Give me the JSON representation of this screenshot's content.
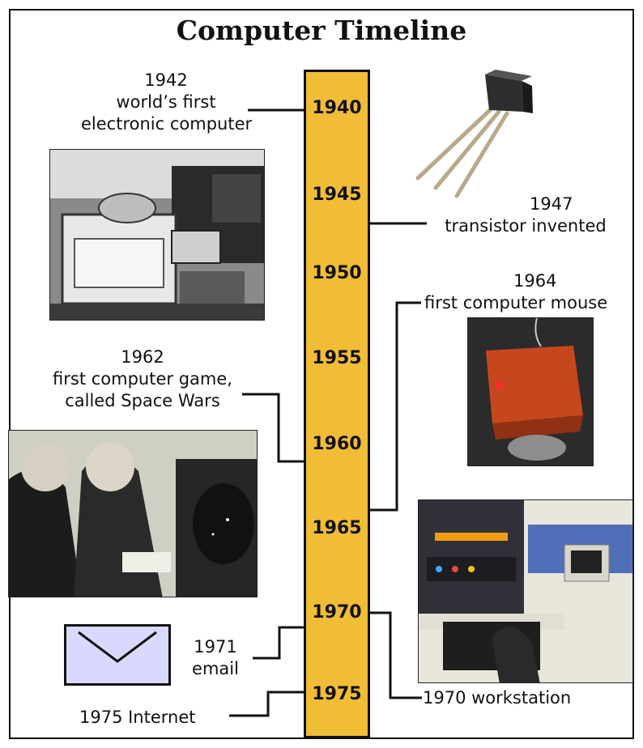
{
  "title": "Computer Timeline",
  "years": [
    "1940",
    "1945",
    "1950",
    "1955",
    "1960",
    "1965",
    "1970",
    "1975"
  ],
  "events": {
    "computer": {
      "year": "1942",
      "text": "world’s first",
      "text2": "electronic computer"
    },
    "transistor": {
      "year": "1947",
      "text": "transistor invented"
    },
    "mouse": {
      "year": "1964",
      "text": "first computer mouse"
    },
    "game": {
      "year": "1962",
      "text": "first computer game,",
      "text2": "called Space Wars"
    },
    "email": {
      "year": "1971",
      "text": "email"
    },
    "workstation": {
      "text": "1970 workstation"
    },
    "internet": {
      "text": "1975 Internet"
    }
  },
  "colors": {
    "bar": "#f1bd37",
    "envelope": "#d9d9ff",
    "line": "#111111"
  }
}
